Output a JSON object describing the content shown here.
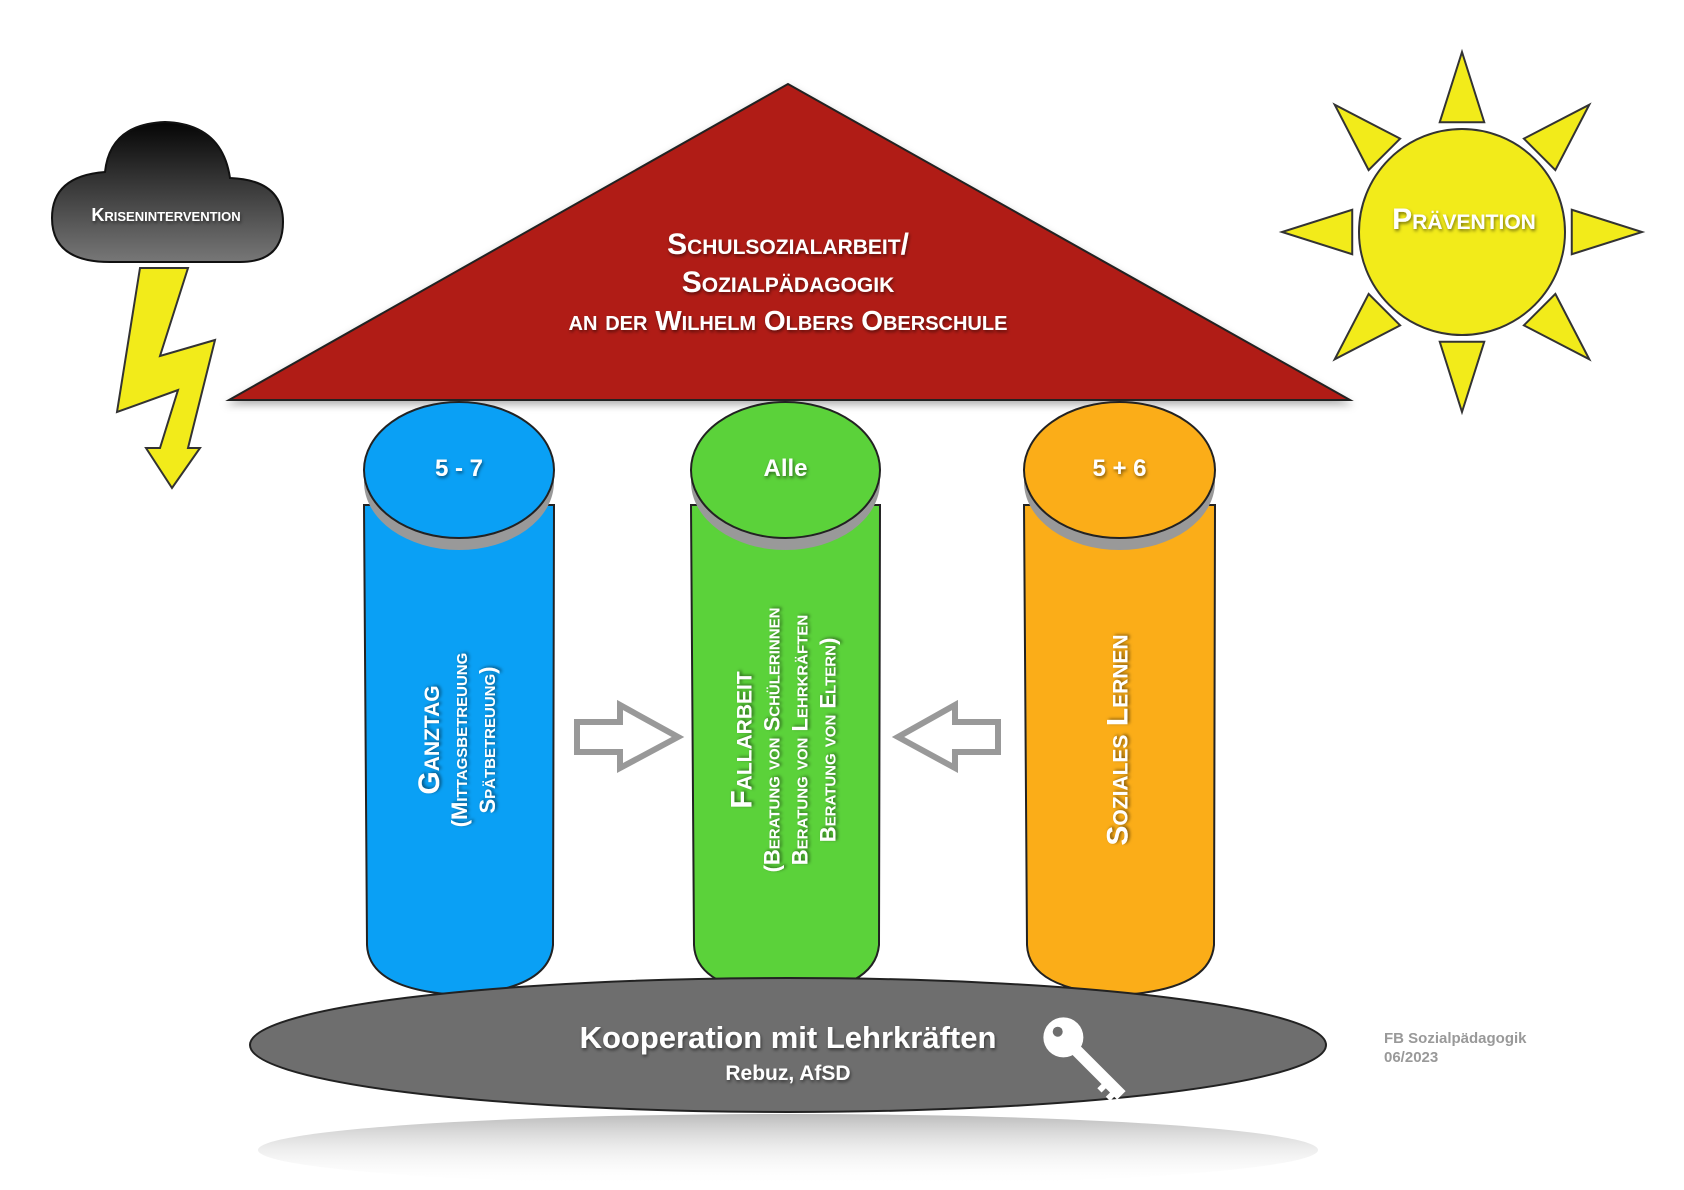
{
  "roof": {
    "lines": [
      "Schulsozialarbeit/",
      "Sozialpädagogik",
      "an der Wilhelm Olbers Oberschule"
    ],
    "color": "#b01c12"
  },
  "cloud": {
    "label": "Krisenintervention"
  },
  "sun": {
    "label": "Prävention",
    "color": "#f2eb1a"
  },
  "pillars": [
    {
      "top": "5 - 7",
      "title": "Ganztag",
      "sub": [
        "(Mittagsbetreuung",
        "Spätbetreuung)"
      ],
      "color": "#0aa0f5"
    },
    {
      "top": "Alle",
      "title": "Fallarbeit",
      "sub": [
        "(Beratung von Schülerinnen",
        "Beratung von Lehrkräften",
        "Beratung von Eltern)"
      ],
      "color": "#5bd23a"
    },
    {
      "top": "5 + 6",
      "title": "Soziales Lernen",
      "sub": [],
      "color": "#fbad18"
    }
  ],
  "base": {
    "title": "Kooperation mit Lehrkräften",
    "subtitle": "Rebuz, AfSD",
    "color": "#6e6e6e"
  },
  "footer": {
    "line1": "FB Sozialpädagogik",
    "line2": "06/2023"
  }
}
